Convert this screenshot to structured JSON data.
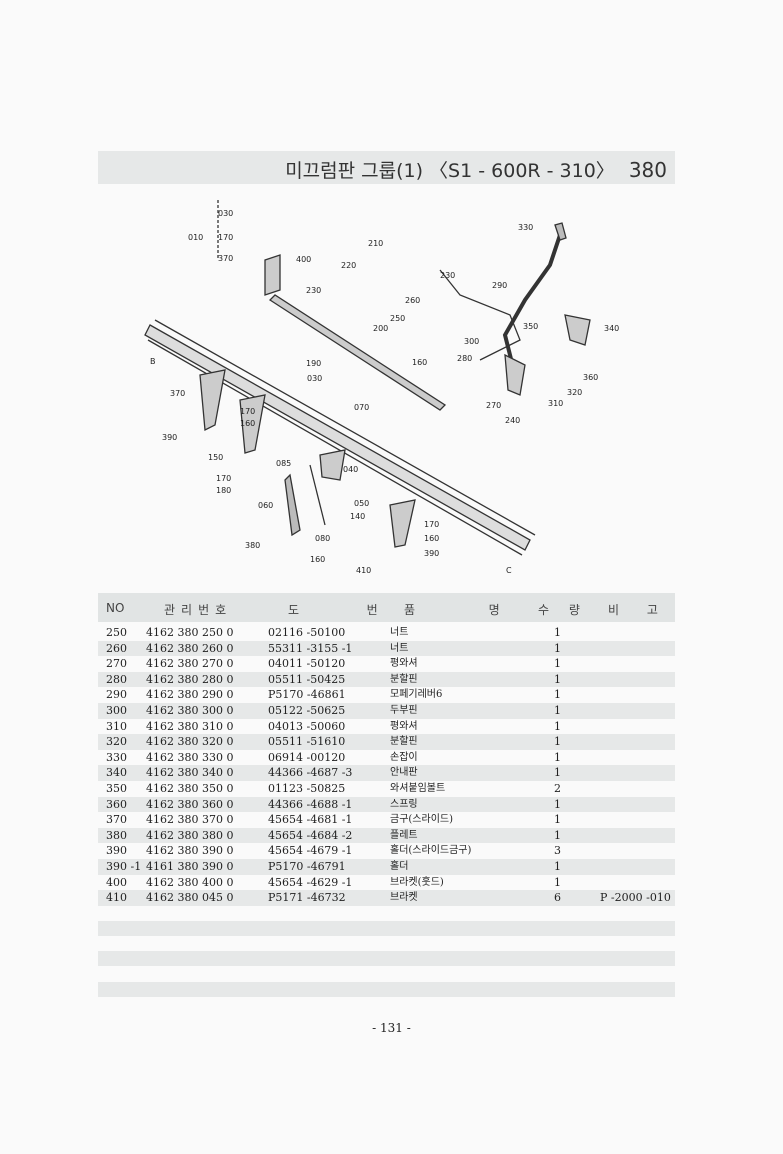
{
  "header": {
    "title": "미끄럼판 그룹(1) 〈S1 - 600R - 310〉",
    "group_no": "380"
  },
  "diagram": {
    "labels": [
      "030",
      "170",
      "010",
      "370",
      "400",
      "210",
      "220",
      "230",
      "330",
      "290",
      "230",
      "260",
      "250",
      "200",
      "350",
      "340",
      "B",
      "300",
      "280",
      "190",
      "160",
      "030",
      "360",
      "320",
      "370",
      "310",
      "270",
      "240",
      "070",
      "170",
      "160",
      "390",
      "150",
      "085",
      "040",
      "170",
      "180",
      "050",
      "060",
      "140",
      "170",
      "080",
      "160",
      "380",
      "390",
      "160",
      "410",
      "C"
    ]
  },
  "table": {
    "headers": [
      "NO",
      "관리번호",
      "도  번",
      "품  명",
      "수 량",
      "비 고"
    ],
    "rows": [
      [
        "250",
        "4162 380 250 0",
        "02116 -50100",
        "너트",
        "1",
        ""
      ],
      [
        "260",
        "4162 380 260 0",
        "55311 -3155 -1",
        "너트",
        "1",
        ""
      ],
      [
        "270",
        "4162 380 270 0",
        "04011 -50120",
        "평와셔",
        "1",
        ""
      ],
      [
        "280",
        "4162 380 280 0",
        "05511 -50425",
        "분할핀",
        "1",
        ""
      ],
      [
        "290",
        "4162 380 290 0",
        "P5170 -46861",
        "모페기레버6",
        "1",
        ""
      ],
      [
        "300",
        "4162 380 300 0",
        "05122 -50625",
        "두부핀",
        "1",
        ""
      ],
      [
        "310",
        "4162 380 310 0",
        "04013 -50060",
        "평와셔",
        "1",
        ""
      ],
      [
        "320",
        "4162 380 320 0",
        "05511 -51610",
        "분할핀",
        "1",
        ""
      ],
      [
        "330",
        "4162 380 330 0",
        "06914 -00120",
        "손잡이",
        "1",
        ""
      ],
      [
        "340",
        "4162 380 340 0",
        "44366 -4687 -3",
        "안내판",
        "1",
        ""
      ],
      [
        "350",
        "4162 380 350 0",
        "01123 -50825",
        "와셔붙임볼트",
        "2",
        ""
      ],
      [
        "360",
        "4162 380 360 0",
        "44366 -4688 -1",
        "스프링",
        "1",
        ""
      ],
      [
        "370",
        "4162 380 370 0",
        "45654 -4681 -1",
        "금구(스라이드)",
        "1",
        ""
      ],
      [
        "380",
        "4162 380 380 0",
        "45654 -4684 -2",
        "플레트",
        "1",
        ""
      ],
      [
        "390",
        "4162 380 390 0",
        "45654 -4679 -1",
        "홀더(스라이드금구)",
        "3",
        ""
      ],
      [
        "390 -1",
        "4161 380 390 0",
        "P5170 -46791",
        "홀더",
        "1",
        ""
      ],
      [
        "400",
        "4162 380 400 0",
        "45654 -4629 -1",
        "브라켓(훗드)",
        "1",
        ""
      ],
      [
        "410",
        "4162 380 045 0",
        "P5171 -46732",
        "브라켓",
        "6",
        "P -2000 -010"
      ]
    ]
  },
  "footer": {
    "page": "- 131 -"
  }
}
